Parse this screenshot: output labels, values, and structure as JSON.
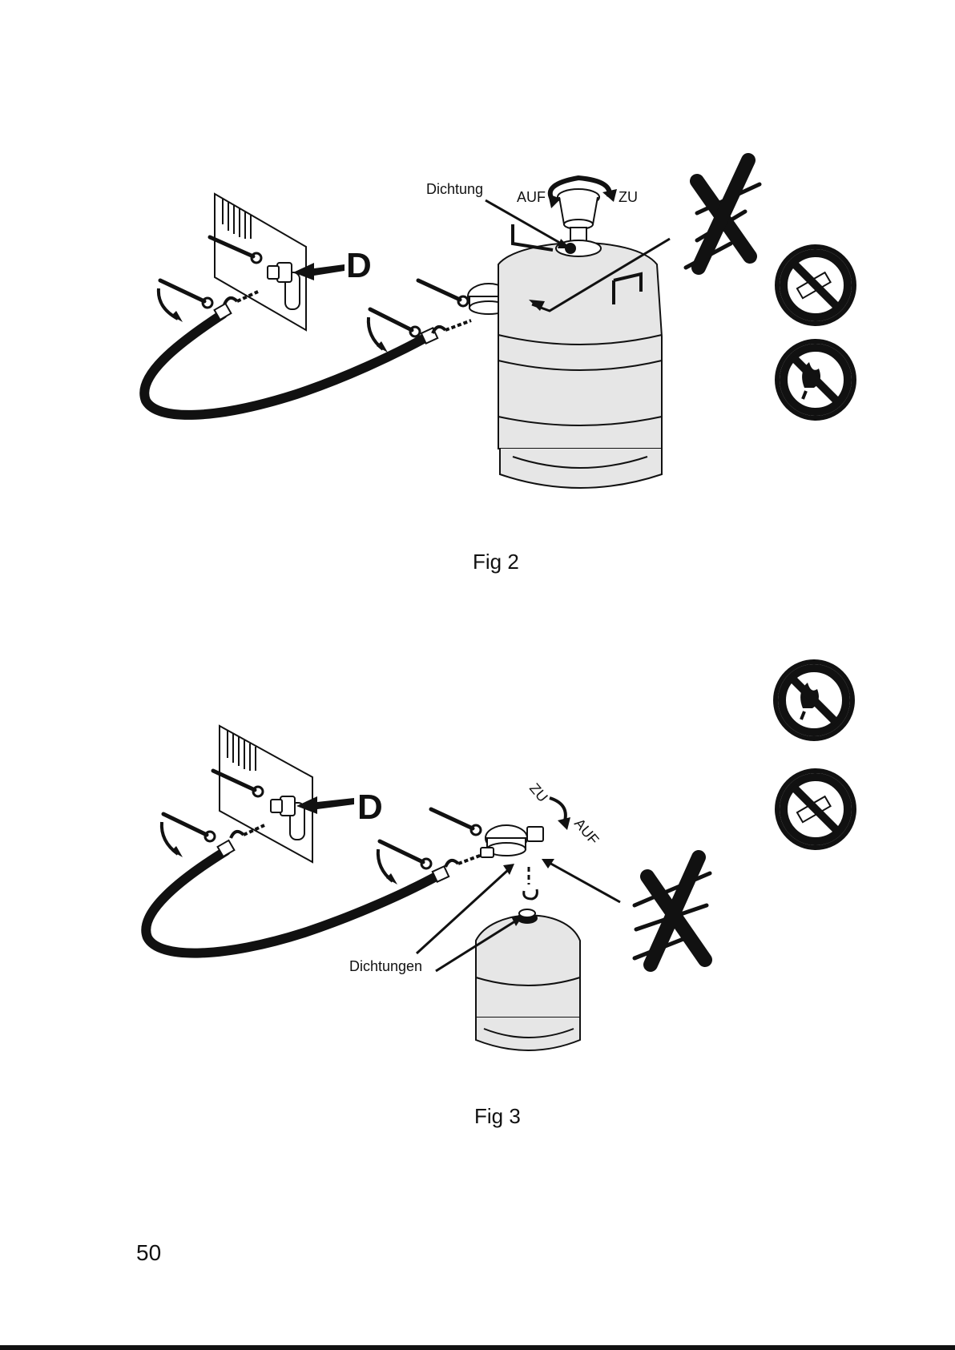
{
  "fig2": {
    "caption": "Fig 2",
    "label_dichtung": "Dichtung",
    "label_auf": "AUF",
    "label_zu": "ZU",
    "label_d": "D"
  },
  "fig3": {
    "caption": "Fig 3",
    "label_dichtungen": "Dichtungen",
    "label_zu": "ZU",
    "label_auf": "AUF",
    "label_d": "D"
  },
  "page": {
    "number": "50"
  },
  "colors": {
    "ink": "#111111",
    "paper": "#ffffff",
    "tank_grey": "#e6e6e6"
  }
}
